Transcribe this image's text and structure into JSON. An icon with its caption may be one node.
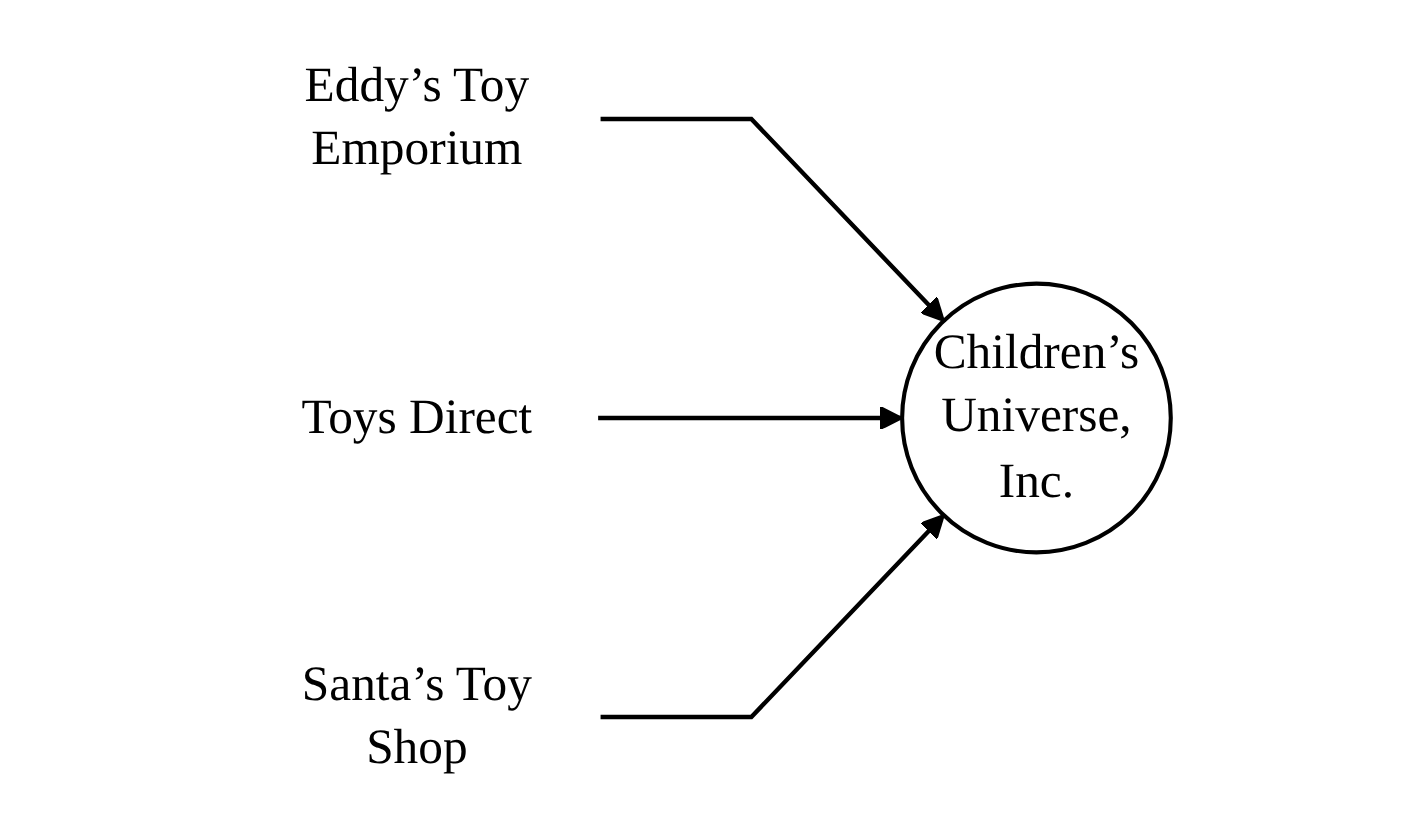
{
  "diagram": {
    "nodes": [
      {
        "text": [
          "Eddy’s Toy Emporium"
        ]
      },
      {
        "text": [
          "Children’s Universe, Inc."
        ]
      },
      {
        "text": [
          "Toys Direct"
        ]
      },
      {
        "text": [
          "Santa’s Toy Shop"
        ]
      }
    ],
    "edges": [
      {
        "from": 0,
        "to": 1,
        "arrow": "to"
      },
      {
        "from": 2,
        "to": 1,
        "arrow": "to"
      },
      {
        "from": 3,
        "to": 1,
        "arrow": "to"
      }
    ]
  }
}
